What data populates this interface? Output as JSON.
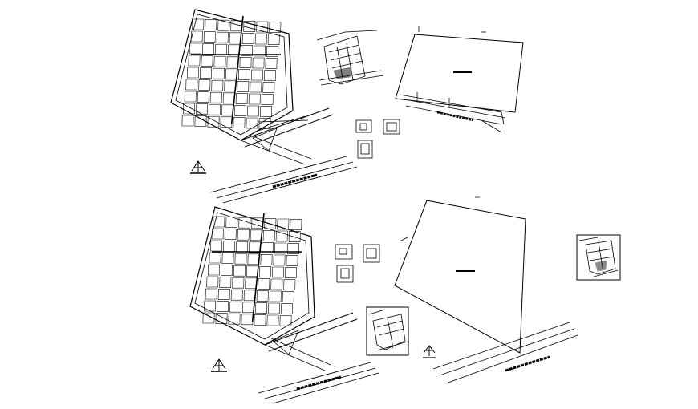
{
  "drawing": {
    "background": "#ffffff",
    "ink": "#000000",
    "panels": [
      {
        "id": "subdivision-plan-top",
        "kind": "lot-grid"
      },
      {
        "id": "location-sketch-top",
        "kind": "mini-map"
      },
      {
        "id": "parcel-outline-top",
        "kind": "boundary"
      },
      {
        "id": "detail-symbols-top",
        "kind": "small-details"
      },
      {
        "id": "subdivision-plan-bottom",
        "kind": "lot-grid"
      },
      {
        "id": "detail-symbols-bottom",
        "kind": "small-details"
      },
      {
        "id": "parcel-outline-bottom",
        "kind": "boundary"
      },
      {
        "id": "location-sketch-inset",
        "kind": "mini-map"
      },
      {
        "id": "location-sketch-right",
        "kind": "mini-map"
      }
    ],
    "icons": [
      "north-arrow-icon",
      "tree-symbol-icon"
    ]
  }
}
